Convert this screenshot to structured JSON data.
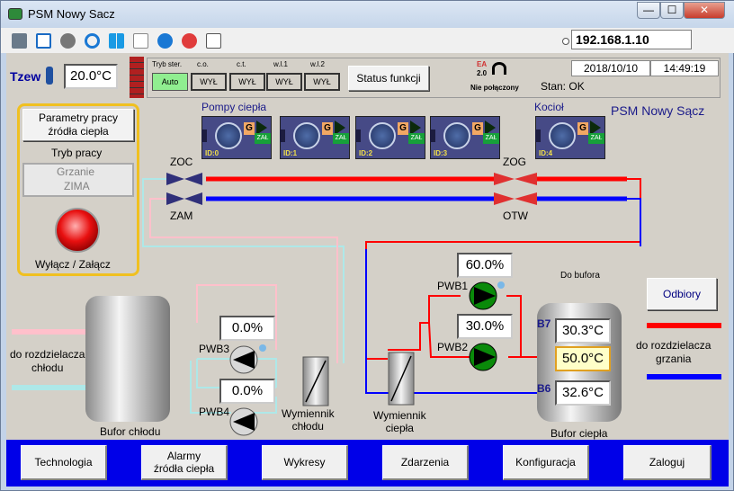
{
  "window": {
    "title": "PSM Nowy Sacz",
    "minimize": "—",
    "maximize": "☐",
    "close": "✕"
  },
  "toolbar": {
    "ip": "192.168.1.10"
  },
  "header": {
    "tzew_label": "Tzew",
    "tzew_value": "20.0°C",
    "mode_labels": [
      "Tryb ster.",
      "c.o.",
      "c.t.",
      "w.l.1",
      "w.l.2"
    ],
    "mode_values": [
      "Auto",
      "WYŁ",
      "WYŁ",
      "WYŁ",
      "WYŁ"
    ],
    "status_button": "Status funkcji",
    "ea_label": "EA",
    "ea_version": "2.0",
    "connection": "Nie połączony",
    "date": "2018/10/10",
    "time": "14:49:19",
    "state": "Stan: OK"
  },
  "source_panel": {
    "params_button": "Parametry pracy\nźródła ciepła",
    "mode_title": "Tryb pracy",
    "mode_value": "Grzanie",
    "mode_season": "ZIMA",
    "switch_label": "Wyłącz / Załącz"
  },
  "app_title": "PSM Nowy Sącz",
  "heat_pumps_label": "Pompy ciepła",
  "boiler_label": "Kocioł",
  "pumps": [
    {
      "id": "ID:0",
      "g": "G",
      "state": "ZAŁ"
    },
    {
      "id": "ID:1",
      "g": "G",
      "state": "ZAŁ"
    },
    {
      "id": "ID:2",
      "g": "G",
      "state": "ZAŁ"
    },
    {
      "id": "ID:3",
      "g": "G",
      "state": "ZAŁ"
    },
    {
      "id": "ID:4",
      "g": "G",
      "state": "ZAŁ"
    }
  ],
  "valves": {
    "zoc": "ZOC",
    "zam": "ZAM",
    "zog": "ZOG",
    "otw": "OTW"
  },
  "pwb": {
    "pwb1": {
      "label": "PWB1",
      "value": "60.0%"
    },
    "pwb2": {
      "label": "PWB2",
      "value": "30.0%"
    },
    "pwb3": {
      "label": "PWB3",
      "value": "0.0%"
    },
    "pwb4": {
      "label": "PWB4",
      "value": "0.0%"
    }
  },
  "tanks": {
    "cold": "Bufor chłodu",
    "heat": "Bufor ciepła",
    "to_buffer": "Do bufora",
    "b7": "B7",
    "b6": "B6",
    "t_top": "30.3°C",
    "t_mid": "50.0°C",
    "t_bot": "32.6°C"
  },
  "exchangers": {
    "cold": "Wymiennik\nchłodu",
    "heat": "Wymiennik\nciepła"
  },
  "distribution": {
    "cold": "do rozdzielacza\nchłodu",
    "heat": "do rozdzielacza\ngrzania",
    "receivers_button": "Odbiory"
  },
  "footer": {
    "buttons": [
      "Technologia",
      "Alarmy\nźródła ciepła",
      "Wykresy",
      "Zdarzenia",
      "Konfiguracja",
      "Zaloguj"
    ]
  },
  "colors": {
    "hot": "#ff0000",
    "cold": "#0000ff",
    "pink": "#ffc0cb",
    "cyan": "#aee8e8",
    "panel": "#d4d0c8",
    "footer": "#0000e8",
    "accent_yellow": "#f0c020"
  }
}
